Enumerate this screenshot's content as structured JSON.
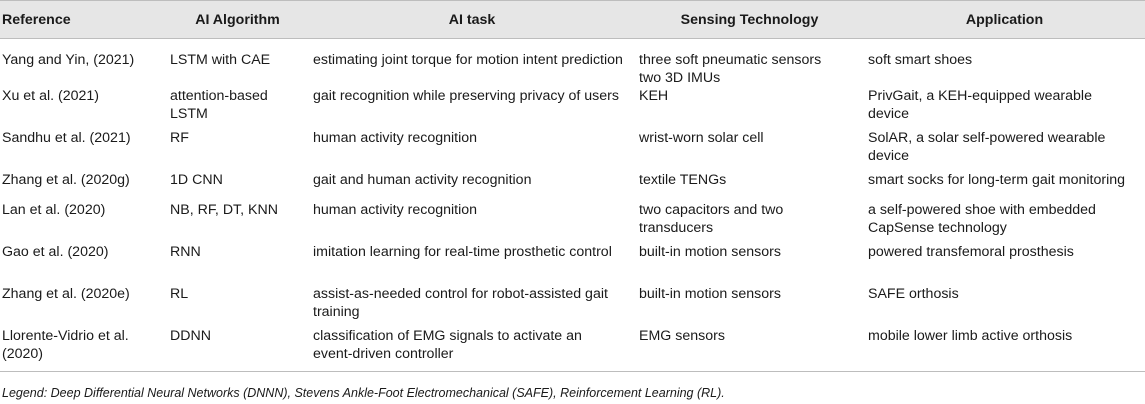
{
  "table": {
    "headers": [
      "Reference",
      "AI Algorithm",
      "AI task",
      "Sensing Technology",
      "Application"
    ],
    "rows": [
      [
        "Yang and Yin, (2021)",
        "LSTM with CAE",
        "estimating joint torque for motion intent prediction",
        "three soft pneumatic sensors two 3D IMUs",
        "soft smart shoes"
      ],
      [
        "Xu et al. (2021)",
        "attention-based LSTM",
        "gait recognition while preserving privacy of users",
        "KEH",
        "PrivGait, a KEH-equipped wearable device"
      ],
      [
        "Sandhu et al. (2021)",
        "RF",
        "human activity recognition",
        "wrist-worn solar cell",
        "SolAR, a solar self-powered wearable device"
      ],
      [
        "Zhang et al. (2020g)",
        "1D CNN",
        "gait and human activity recognition",
        "textile TENGs",
        "smart socks for long-term gait monitoring"
      ],
      [
        "Lan et al. (2020)",
        "NB, RF, DT, KNN",
        "human activity recognition",
        "two capacitors and two transducers",
        "a self-powered shoe with embedded CapSense technology"
      ],
      [
        "Gao et al. (2020)",
        "RNN",
        "imitation learning for real-time prosthetic control",
        "built-in motion sensors",
        "powered transfemoral prosthesis"
      ],
      [
        "Zhang et al. (2020e)",
        "RL",
        "assist-as-needed control for robot-assisted gait training",
        "built-in motion sensors",
        "SAFE orthosis"
      ],
      [
        "Llorente-Vidrio et al. (2020)",
        "DDNN",
        "classification of EMG signals to activate an event-driven controller",
        "EMG sensors",
        "mobile lower limb active orthosis"
      ]
    ]
  },
  "legend": "Legend: Deep Differential Neural Networks (DNNN), Stevens Ankle-Foot Electromechanical (SAFE), Reinforcement Learning (RL)."
}
